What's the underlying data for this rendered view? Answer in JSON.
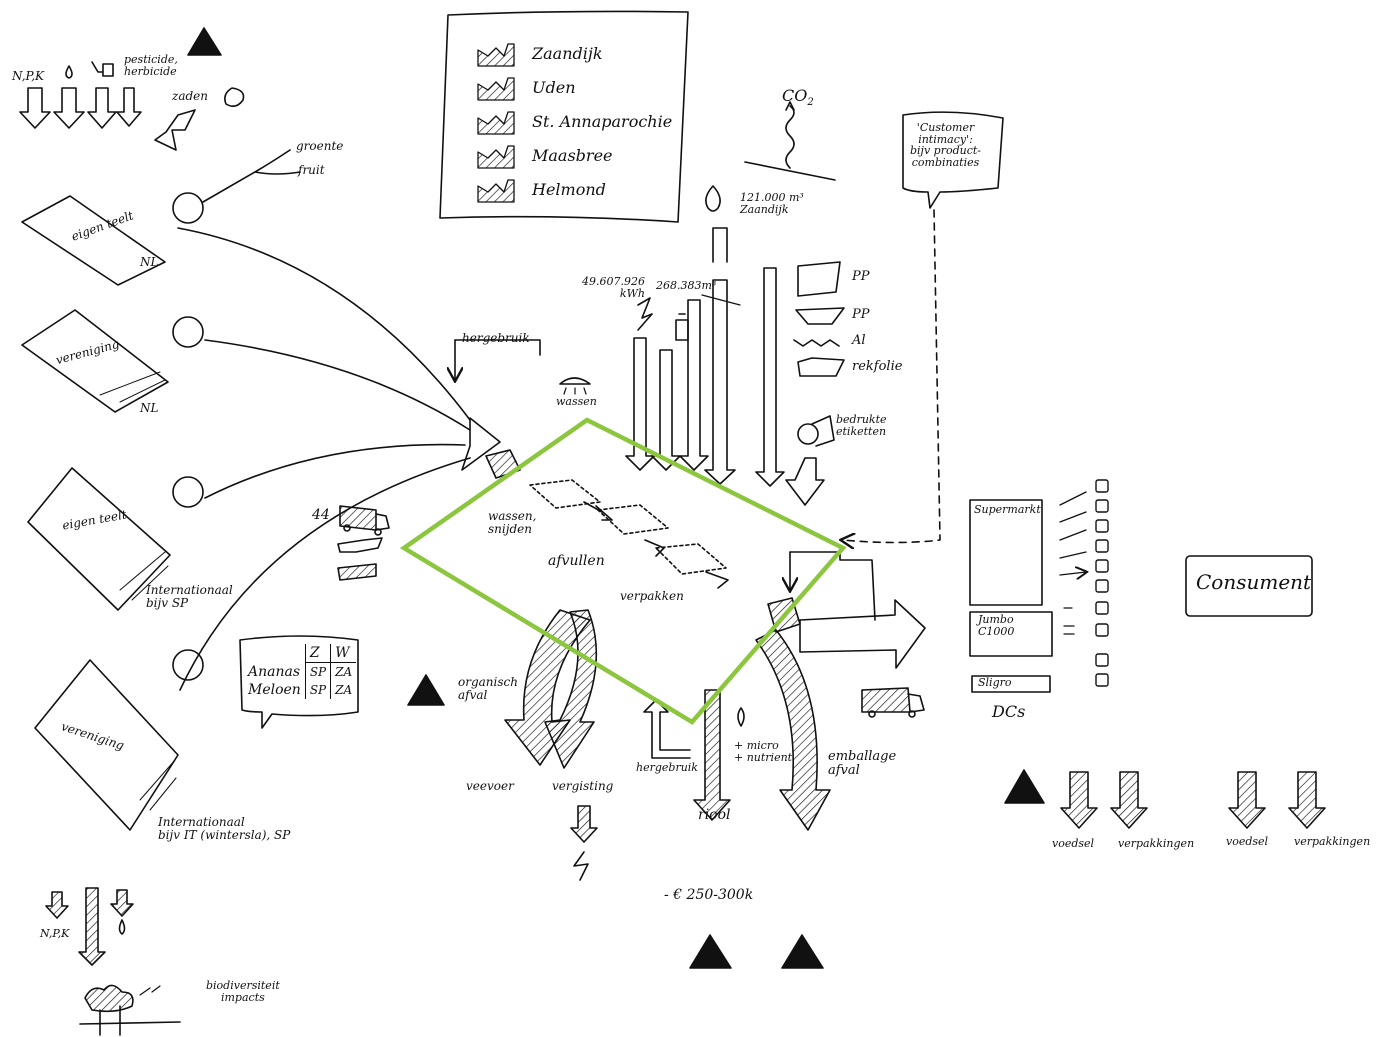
{
  "inputs": {
    "npk": "N,P,K",
    "pesticide": "pesticide,\nherbicide",
    "seeds": "zaden"
  },
  "crops": {
    "groente": "groente",
    "fruit": "fruit"
  },
  "sources": [
    {
      "label": "eigen teelt",
      "region": "NL"
    },
    {
      "label": "vereniging",
      "region": "NL"
    },
    {
      "label": "eigen teelt",
      "region": "Internationaal\nbijv SP"
    },
    {
      "label": "vereniging",
      "region": "Internationaal\nbijv IT (wintersla), SP"
    }
  ],
  "plants": {
    "items": [
      "Zaandijk",
      "Uden",
      "St. Annaparochie",
      "Maasbree",
      "Helmond"
    ]
  },
  "resources": {
    "co2": "CO",
    "co2_sub": "2",
    "water": "121.000 m³\nZaandijk",
    "electricity": "49.607.926\nkWh",
    "gas": "268.383m³",
    "recycled_top": "hergebruik",
    "wash_icon_label": "wassen"
  },
  "packaging": [
    "PP",
    "PP",
    "Al",
    "rekfolie"
  ],
  "labels_printed": "bedrukte\netiketten",
  "customer_intimacy": "'Customer\nintimacy':\nbijv product-\ncombinaties",
  "trucks": {
    "count": "44"
  },
  "process": {
    "wash_cut": "wassen,\nsnijden",
    "fill": "afvullen",
    "pack": "verpakken"
  },
  "seasons": {
    "headers": [
      "Z",
      "W"
    ],
    "rows": [
      {
        "fruit": "Ananas",
        "z": "SP",
        "w": "ZA"
      },
      {
        "fruit": "Meloen",
        "z": "SP",
        "w": "ZA"
      }
    ]
  },
  "waste": {
    "organic": "organisch\nafval",
    "feed": "veevoer",
    "digestion": "vergisting",
    "recycled_bottom": "hergebruik",
    "micro": "+ micro\n+ nutrient",
    "sewer": "riool",
    "packaging_waste": "emballage\nafval",
    "cost": "- € 250-300k"
  },
  "distribution": {
    "supermarket": "Supermarkt",
    "jumbo": "Jumbo\nC1000",
    "sligro": "Sligro",
    "dcs": "DCs",
    "consumer": "Consument"
  },
  "consumer_waste": [
    "voedsel",
    "verpakkingen",
    "voedsel",
    "verpakkingen"
  ],
  "farm": {
    "npk": "N,P,K",
    "biodiversity": "biodiversiteit\nimpacts"
  },
  "colors": {
    "highlight": "#8cc63f",
    "ink": "#111111"
  }
}
